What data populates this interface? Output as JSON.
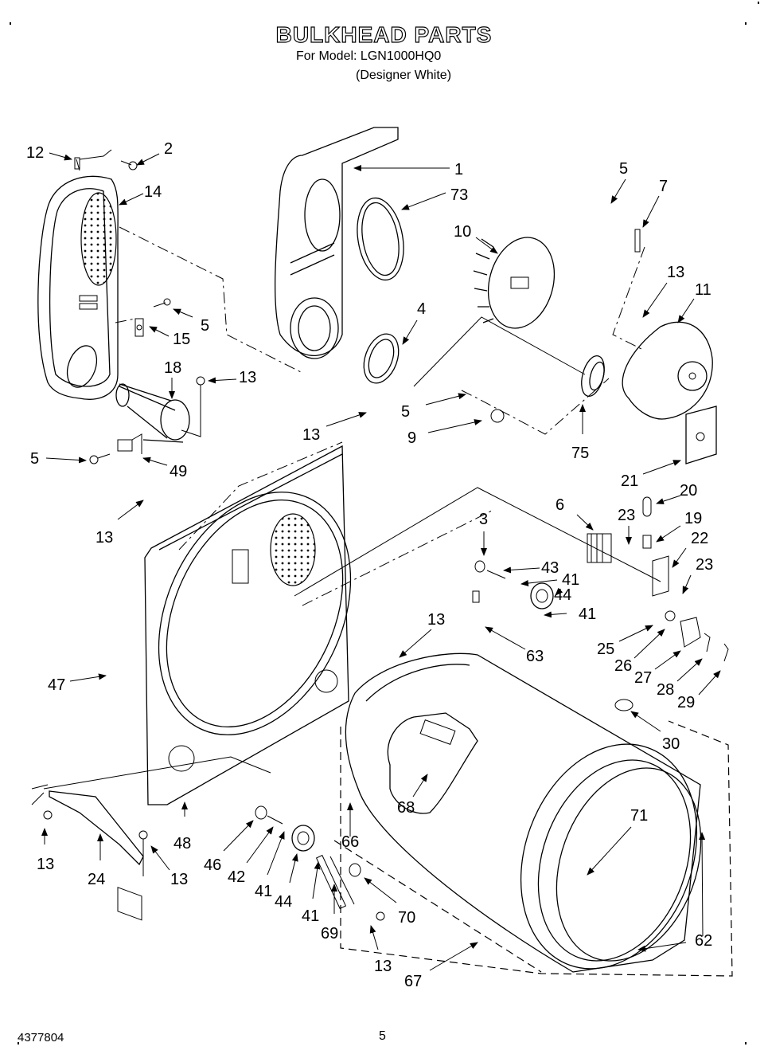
{
  "header": {
    "title": "BULKHEAD PARTS",
    "model_line": "For Model: LGN1000HQ0",
    "color_line": "(Designer White)"
  },
  "footer": {
    "document_number": "4377804",
    "page_number": "5"
  },
  "parts": [
    {
      "name": "rear-duct-panel",
      "label": "1"
    },
    {
      "name": "screw-2",
      "label": "2"
    },
    {
      "name": "retainer-3",
      "label": "3"
    },
    {
      "name": "seal-4",
      "label": "4"
    },
    {
      "name": "screw-5a",
      "label": "5"
    },
    {
      "name": "screw-5b",
      "label": "5"
    },
    {
      "name": "screw-5c",
      "label": "5"
    },
    {
      "name": "screw-5d",
      "label": "5"
    },
    {
      "name": "terminal-block-6",
      "label": "6"
    },
    {
      "name": "clip-7",
      "label": "7"
    },
    {
      "name": "thermal-fuse-9",
      "label": "9"
    },
    {
      "name": "blower-wheel-10",
      "label": "10"
    },
    {
      "name": "blower-housing-11",
      "label": "11"
    },
    {
      "name": "wire-12",
      "label": "12"
    },
    {
      "name": "screw-13a",
      "label": "13"
    },
    {
      "name": "screw-13b",
      "label": "13"
    },
    {
      "name": "screw-13c",
      "label": "13"
    },
    {
      "name": "screw-13d",
      "label": "13"
    },
    {
      "name": "screw-13e",
      "label": "13"
    },
    {
      "name": "screw-13f",
      "label": "13"
    },
    {
      "name": "screw-13g",
      "label": "13"
    },
    {
      "name": "screw-13h",
      "label": "13"
    },
    {
      "name": "screw-13i",
      "label": "13"
    },
    {
      "name": "screen-14",
      "label": "14"
    },
    {
      "name": "thermostat-15",
      "label": "15"
    },
    {
      "name": "heater-18",
      "label": "18"
    },
    {
      "name": "lamp-socket-19",
      "label": "19"
    },
    {
      "name": "bulb-20",
      "label": "20"
    },
    {
      "name": "label-21",
      "label": "21"
    },
    {
      "name": "bracket-22",
      "label": "22"
    },
    {
      "name": "screw-23a",
      "label": "23"
    },
    {
      "name": "screw-23b",
      "label": "23"
    },
    {
      "name": "bracket-24",
      "label": "24"
    },
    {
      "name": "clip-25",
      "label": "25"
    },
    {
      "name": "washer-26",
      "label": "26"
    },
    {
      "name": "switch-27",
      "label": "27"
    },
    {
      "name": "actuator-28",
      "label": "28"
    },
    {
      "name": "spring-29",
      "label": "29"
    },
    {
      "name": "glide-30",
      "label": "30"
    },
    {
      "name": "ring-41a",
      "label": "41"
    },
    {
      "name": "ring-41b",
      "label": "41"
    },
    {
      "name": "ring-41c",
      "label": "41"
    },
    {
      "name": "ring-41d",
      "label": "41"
    },
    {
      "name": "shaft-42",
      "label": "42"
    },
    {
      "name": "shaft-43",
      "label": "43"
    },
    {
      "name": "roller-44a",
      "label": "44"
    },
    {
      "name": "roller-44b",
      "label": "44"
    },
    {
      "name": "washer-46",
      "label": "46"
    },
    {
      "name": "nut-47",
      "label": "47"
    },
    {
      "name": "bulkhead-48",
      "label": "48"
    },
    {
      "name": "bracket-49",
      "label": "49"
    },
    {
      "name": "felt-seal-62",
      "label": "62"
    },
    {
      "name": "screw-63",
      "label": "63"
    },
    {
      "name": "seal-66",
      "label": "66"
    },
    {
      "name": "drum-67",
      "label": "67"
    },
    {
      "name": "baffle-68",
      "label": "68"
    },
    {
      "name": "idler-arm-69",
      "label": "69"
    },
    {
      "name": "washer-70",
      "label": "70"
    },
    {
      "name": "ring-71",
      "label": "71"
    },
    {
      "name": "seal-73",
      "label": "73"
    },
    {
      "name": "bearing-75",
      "label": "75"
    }
  ]
}
